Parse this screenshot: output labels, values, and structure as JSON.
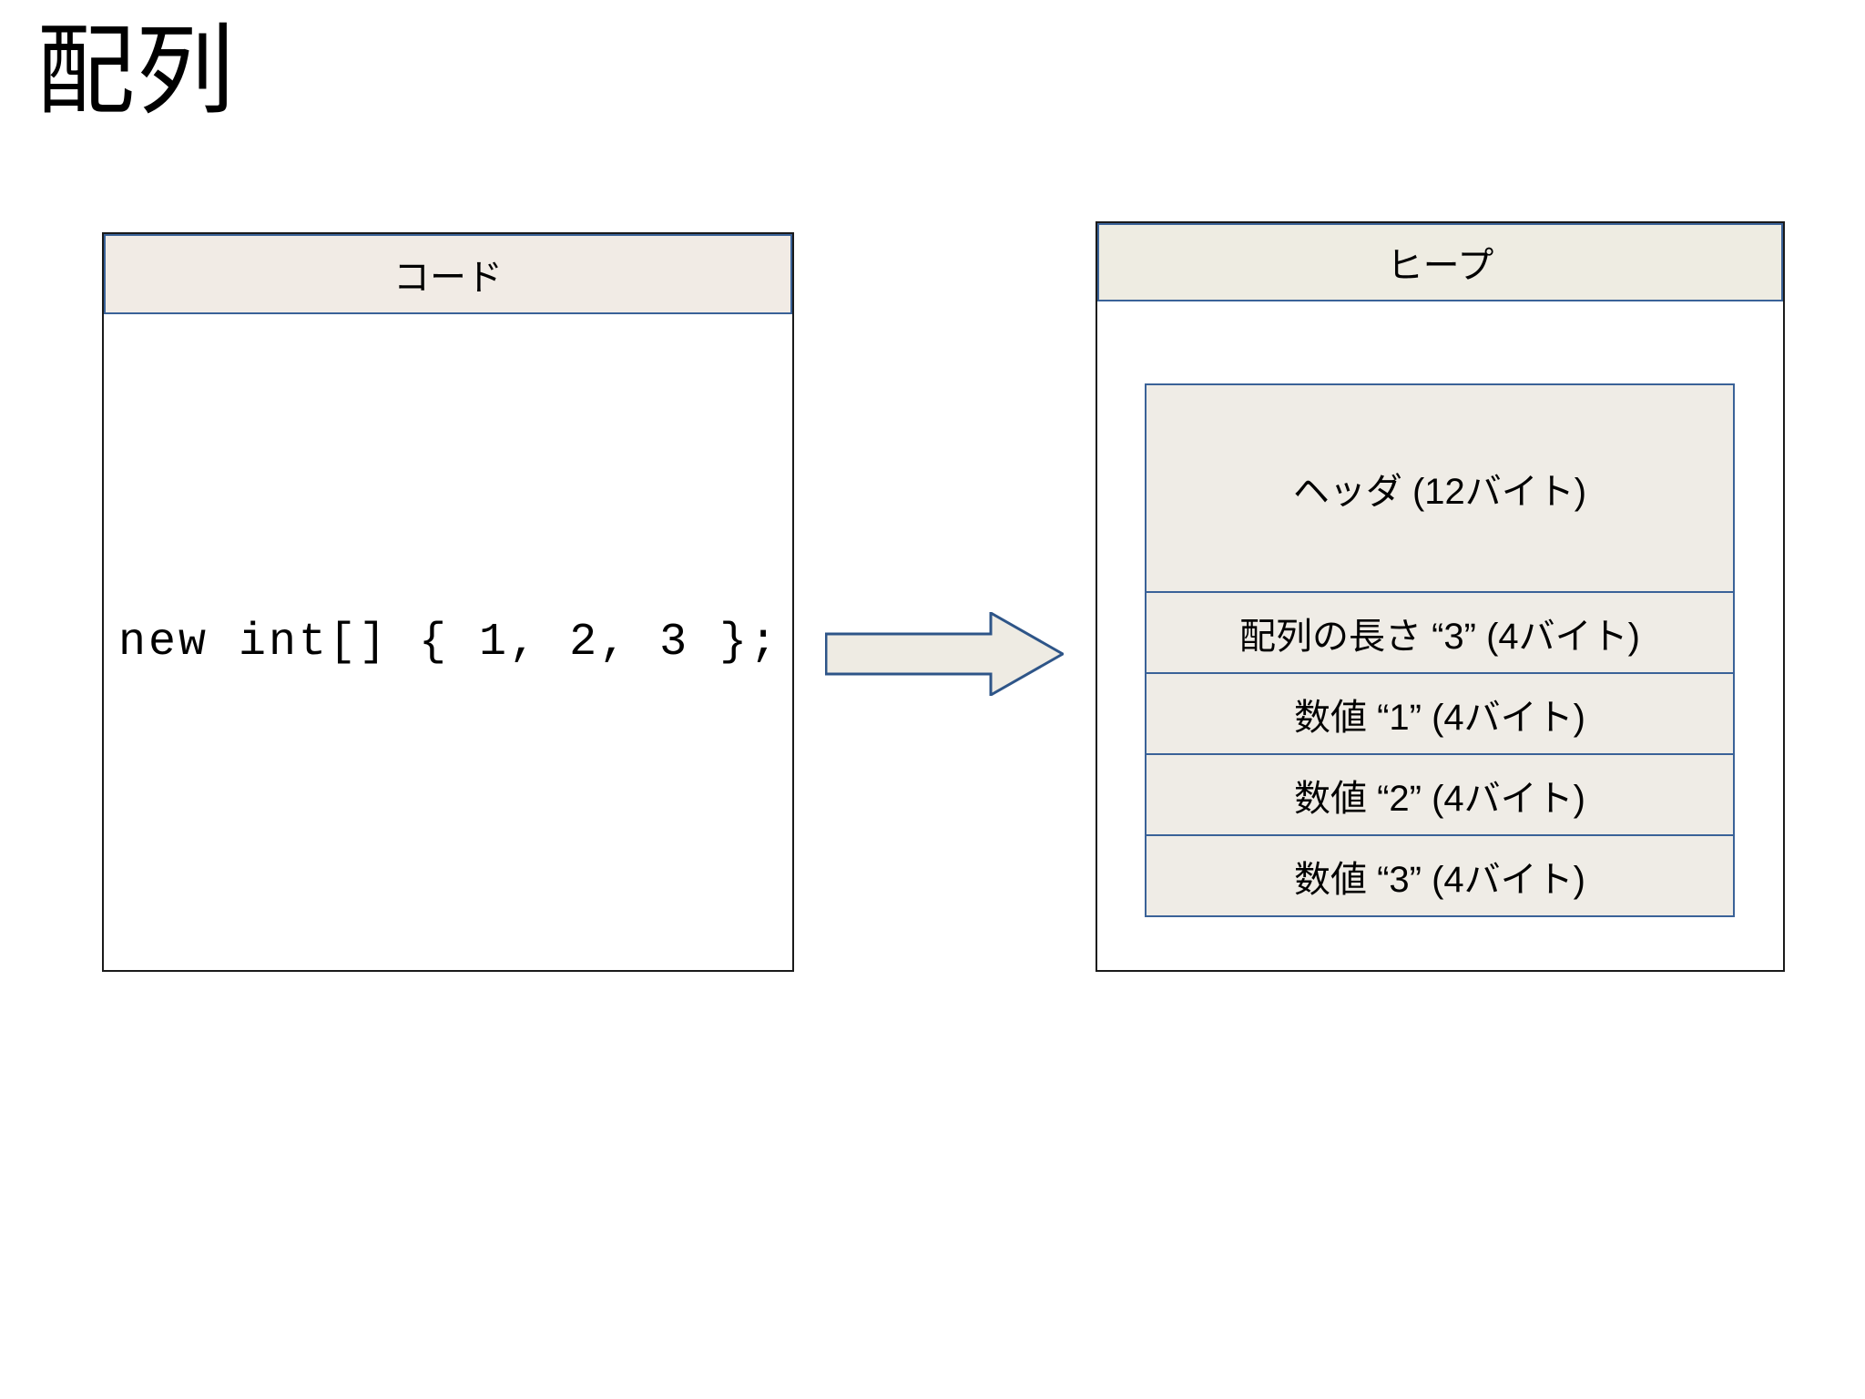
{
  "slide": {
    "title": "配列",
    "background_color": "#ffffff"
  },
  "colors": {
    "panel_border": "#1a1a1a",
    "cell_border": "#3a6298",
    "cell_fill": "#efece6",
    "header_fill_code": "#f1ebe5",
    "header_fill_heap": "#eeece2",
    "arrow_fill": "#eeebe3",
    "arrow_stroke": "#2e5588",
    "text": "#000000"
  },
  "code_panel": {
    "header": "コード",
    "code": "new int[] { 1, 2, 3 };"
  },
  "arrow": {
    "icon": "right-arrow-icon",
    "direction": "right"
  },
  "heap_panel": {
    "header": "ヒープ",
    "rows": [
      {
        "label": "ヘッダ (12バイト)",
        "size": "12バイト",
        "kind": "header-block"
      },
      {
        "label": "配列の長さ “3” (4バイト)",
        "size": "4バイト",
        "kind": "length"
      },
      {
        "label": "数値 “1” (4バイト)",
        "size": "4バイト",
        "kind": "value"
      },
      {
        "label": "数値 “2” (4バイト)",
        "size": "4バイト",
        "kind": "value"
      },
      {
        "label": "数値 “3” (4バイト)",
        "size": "4バイト",
        "kind": "value"
      }
    ]
  }
}
